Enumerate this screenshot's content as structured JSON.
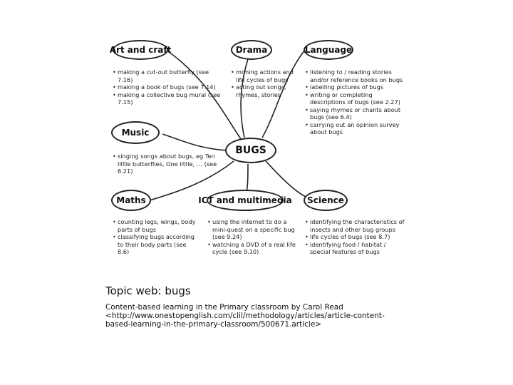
{
  "diagram": {
    "center": "BUGS",
    "nodes": [
      {
        "id": "art",
        "label": "Art and craft",
        "items": [
          "making a cut-out butterfly (see 7.16)",
          "making a book of bugs (see 7.14)",
          "making a collective bug mural (see 7.15)"
        ]
      },
      {
        "id": "drama",
        "label": "Drama",
        "items": [
          "miming actions and life cycles of bugs",
          "acting out songs, rhymes, stories"
        ]
      },
      {
        "id": "language",
        "label": "Language",
        "items": [
          "listening to / reading stories and/or reference books on bugs",
          "labelling pictures of bugs",
          "writing or completing descriptions of bugs (see 2.27)",
          "saying rhymes or chants about bugs (see 6.4)",
          "carrying out an opinion survey about bugs"
        ]
      },
      {
        "id": "music",
        "label": "Music",
        "items": [
          "singing songs about bugs, eg Ten little butterflies, One little, … (see 6.21)"
        ]
      },
      {
        "id": "maths",
        "label": "Maths",
        "items": [
          "counting legs, wings, body parts of bugs",
          "classifying bugs according to their body parts (see 8.6)"
        ]
      },
      {
        "id": "ict",
        "label": "ICT and multimedia",
        "items": [
          "using the internet to do a mini-quest on a specific bug (see 9.24)",
          "watching a DVD of a real life cycle (see 9.10)"
        ]
      },
      {
        "id": "science",
        "label": "Science",
        "items": [
          "identifying the characteristics of insects and other bug groups",
          "life cycles of bugs (see 8.7)",
          "identifying food / habitat / special features of bugs"
        ]
      }
    ]
  },
  "caption": {
    "title": "Topic web: bugs",
    "line1": "Content-based learning in the Primary classroom by Carol Read",
    "line2": "<http://www.onestopenglish.com/clil/methodology/articles/article-content-based-learning-in-the-primary-classroom/500671.article>"
  }
}
